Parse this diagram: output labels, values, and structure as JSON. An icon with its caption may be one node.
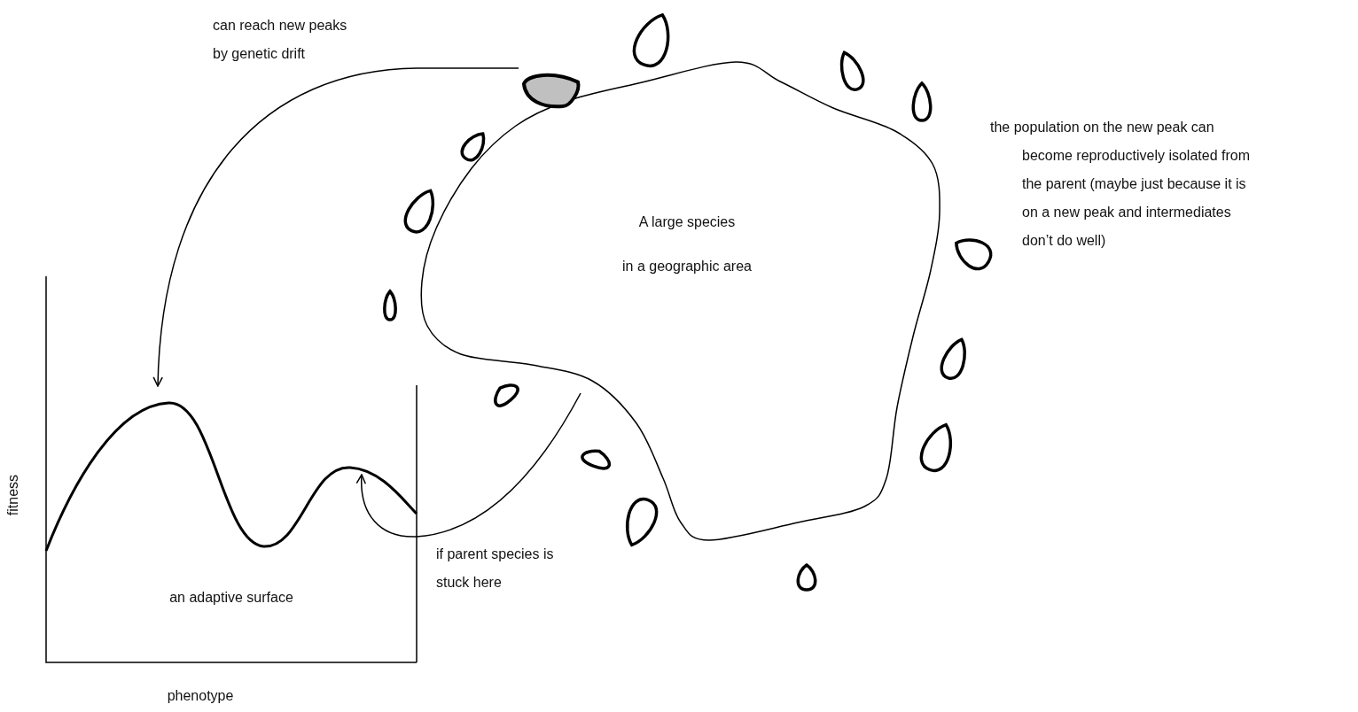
{
  "diagram": {
    "nodes": [
      {
        "text": [
          "A large species",
          "in a geographic area"
        ]
      },
      {
        "text": [],
        "shape": "blob"
      },
      {
        "text": [
          "an adaptive surface"
        ],
        "beside": [
          "fitness",
          "phenotype"
        ]
      }
    ],
    "edges": [
      {
        "from": 1,
        "to": 2,
        "arrow": "to"
      },
      {
        "from": 0,
        "to": 2,
        "arrow": "to"
      }
    ],
    "labels": [
      "can reach new peaks by genetic drift",
      "the population on the new peak can become reproductively isolated from the parent (maybe just because it is on a new peak and intermediates don’t do well)",
      "if parent species is stuck here"
    ]
  }
}
